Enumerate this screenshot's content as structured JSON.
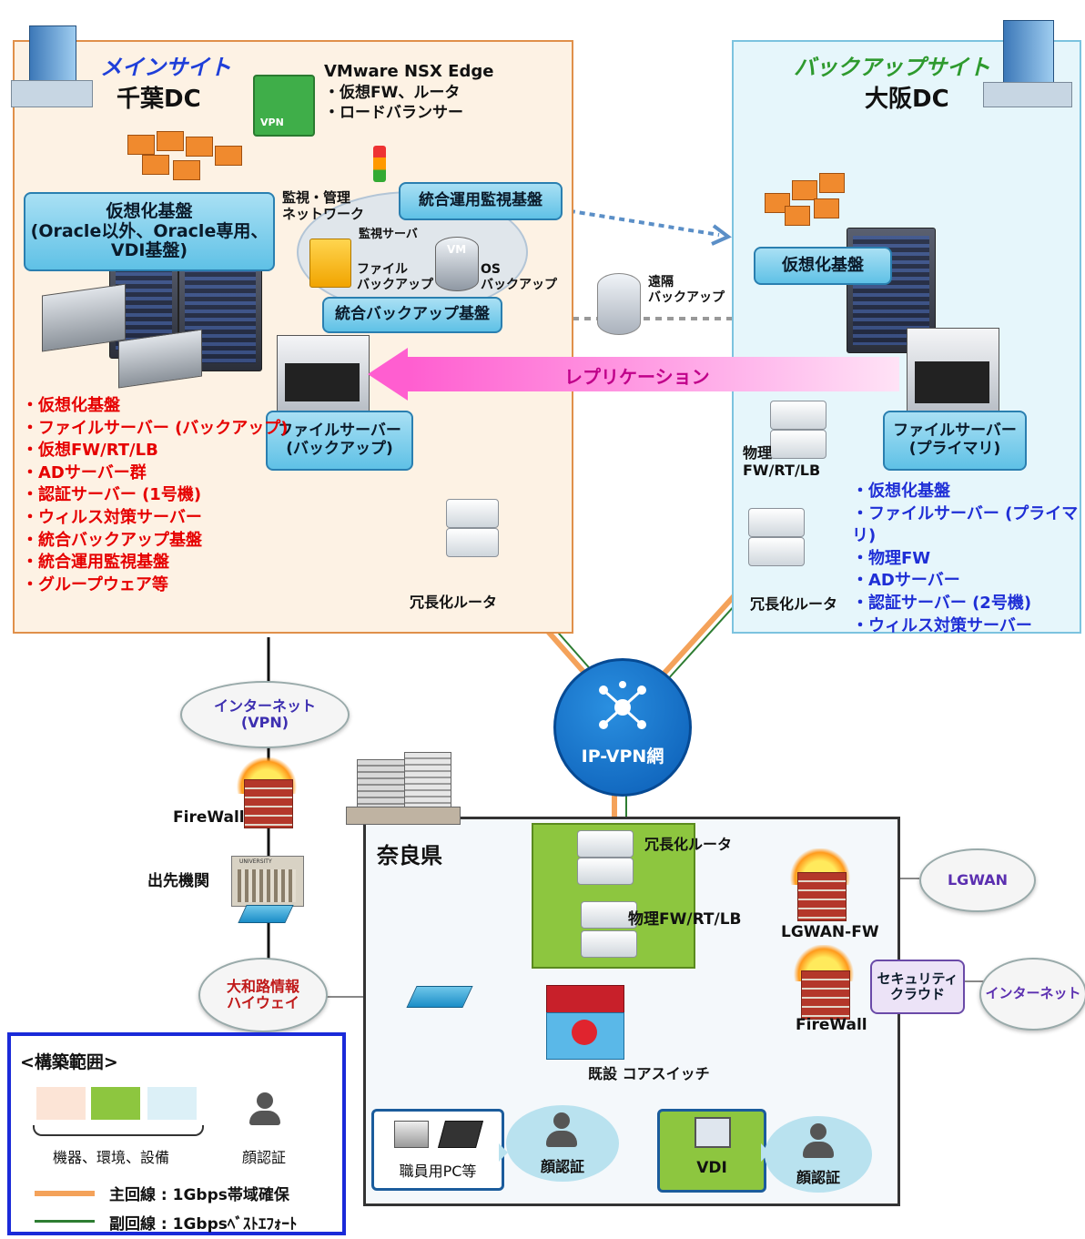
{
  "main_site": {
    "site_label": "メインサイト",
    "dc_name": "千葉DC",
    "nsx_title": "VMware NSX Edge",
    "nsx_items": [
      "・仮想FW、ルータ",
      "・ロードバランサー"
    ],
    "vpn_icon_label": "VPN",
    "virtualization_box": "仮想化基盤\n(Oracle以外、Oracle専用、\nVDI基盤)",
    "monitoring_network": "監視・管理\nネットワーク",
    "monitor_server": "監視サーバ",
    "file_backup": "ファイル\nバックアップ",
    "os_backup": "OS\nバックアップ",
    "vm_label": "VM",
    "integrated_monitoring_box": "統合運用監視基盤",
    "integrated_backup_box": "統合バックアップ基盤",
    "file_server_box": "ファイルサーバー\n(バックアップ)",
    "redundant_router": "冗長化ルータ",
    "components": [
      "・仮想化基盤",
      "・ファイルサーバー (バックアップ)",
      "・仮想FW/RT/LB",
      "・ADサーバー群",
      "・認証サーバー (1号機)",
      "・ウィルス対策サーバー",
      "・統合バックアップ基盤",
      "・統合運用監視基盤",
      "・グループウェア等"
    ]
  },
  "backup_site": {
    "site_label": "バックアップサイト",
    "dc_name": "大阪DC",
    "virtualization_box": "仮想化基盤",
    "remote_backup": "遠隔\nバックアップ",
    "file_server_box": "ファイルサーバー\n(プライマリ)",
    "physical_fw": "物理\nFW/RT/LB",
    "redundant_router": "冗長化ルータ",
    "components": [
      "・仮想化基盤",
      "・ファイルサーバー (プライマリ)",
      "・物理FW",
      "・ADサーバー",
      "・認証サーバー (2号機)",
      "・ウィルス対策サーバー"
    ]
  },
  "replication_label": "レプリケーション",
  "ipvpn_label": "IP-VPN網",
  "internet_vpn": "インターネット\n(VPN)",
  "firewall_left": "FireWall",
  "branch_office": "出先機関",
  "university_sign": "UNIVERSITY",
  "yamato_highway": "大和路情報\nハイウェイ",
  "nara": {
    "title": "奈良県",
    "redundant_router": "冗長化ルータ",
    "physical_fw": "物理FW/RT/LB",
    "lgwan_cloud": "LGWAN",
    "lgwan_fw": "LGWAN-FW",
    "security_cloud": "セキュリティ\nクラウド",
    "internet_cloud": "インターネット",
    "firewall_right": "FireWall",
    "core_switch": "既設 コアスイッチ",
    "staff_pc": "職員用PC等",
    "vdi": "VDI",
    "face_auth_1": "顔認証",
    "face_auth_2": "顔認証"
  },
  "legend": {
    "title": "<構築範囲>",
    "equipment_label": "機器、環境、設備",
    "face_auth_label": "顔認証",
    "main_line": "主回線 : 1Gbps帯域確保",
    "sub_line": "副回線 : 1Gbpsﾍﾞｽﾄｴﾌｫｰﾄ",
    "swatch_colors": [
      "#fce4d6",
      "#8dc63f",
      "#dcf0f7"
    ],
    "main_line_color": "#f4a25a",
    "sub_line_color": "#2e7d32"
  }
}
